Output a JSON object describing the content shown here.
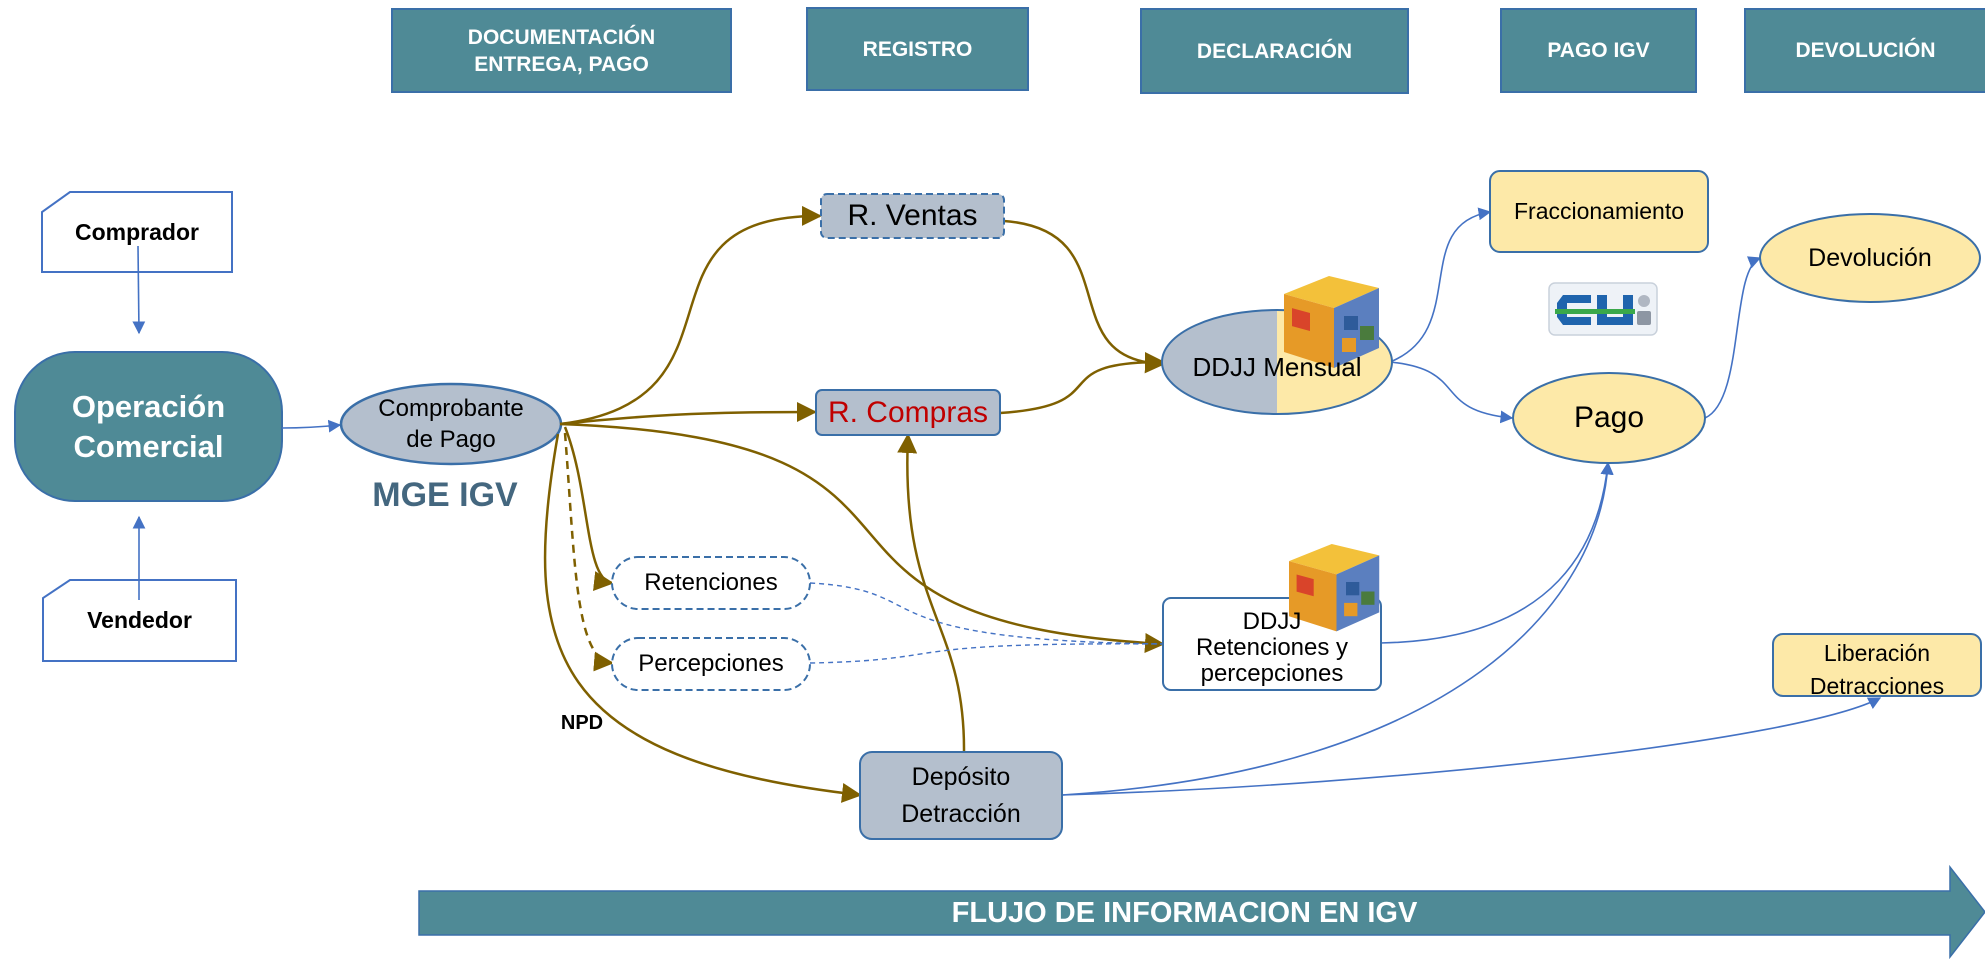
{
  "headers": {
    "documentacion": "DOCUMENTACIÓN\nENTREGA, PAGO",
    "registro": "REGISTRO",
    "declaracion": "DECLARACIÓN",
    "pago_igv": "PAGO IGV",
    "devolucion": "DEVOLUCIÓN"
  },
  "nodes": {
    "comprador": "Comprador",
    "vendedor": "Vendedor",
    "operacion": "Operación\nComercial",
    "comprobante": "Comprobante\nde Pago",
    "mge_igv": "MGE IGV",
    "r_ventas": "R. Ventas",
    "r_compras": "R. Compras",
    "retenciones": "Retenciones",
    "percepciones": "Percepciones",
    "npd": "NPD",
    "deposito": "Depósito\nDetracción",
    "ddjj_mensual": "DDJJ Mensual",
    "ddjj_retenciones": "DDJJ\nRetenciones y\npercepciones",
    "fraccionamiento": "Fraccionamiento",
    "pago": "Pago",
    "devolucion_node": "Devolución",
    "liberacion": "Liberación\nDetracciones"
  },
  "footer_arrow": "FLUJO DE INFORMACION EN IGV",
  "colors": {
    "header_fill": "#4f8a96",
    "header_border": "#3a6fa8",
    "gold_arrow": "#7f6000",
    "blue_arrow": "#4472c4",
    "gray_fill": "#b4bfcd",
    "yellow_fill": "#fde9a8",
    "red_text": "#c00000",
    "navy_text": "#44677f"
  }
}
